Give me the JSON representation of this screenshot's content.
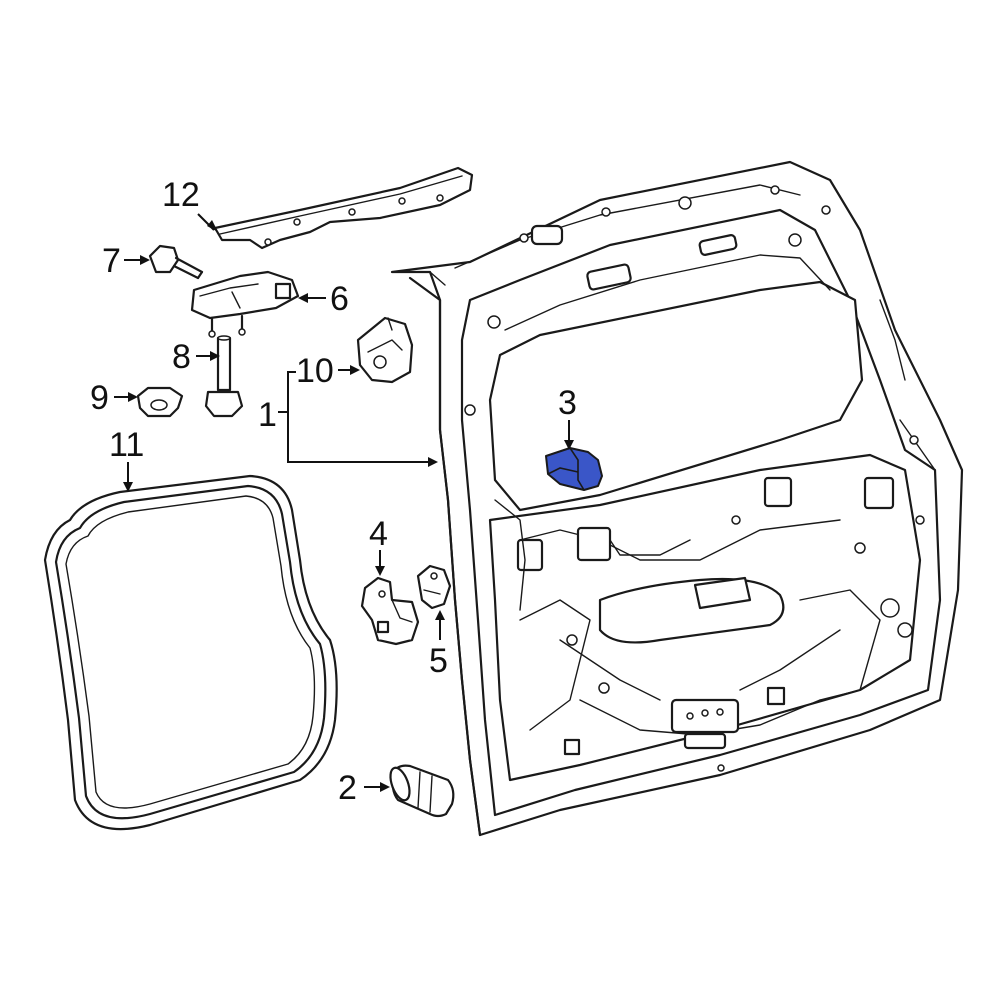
{
  "diagram": {
    "highlight_color": "#3a56c8",
    "callouts": [
      {
        "id": "1",
        "text": "1"
      },
      {
        "id": "2",
        "text": "2"
      },
      {
        "id": "3",
        "text": "3"
      },
      {
        "id": "4",
        "text": "4"
      },
      {
        "id": "5",
        "text": "5"
      },
      {
        "id": "6",
        "text": "6"
      },
      {
        "id": "7",
        "text": "7"
      },
      {
        "id": "8",
        "text": "8"
      },
      {
        "id": "9",
        "text": "9"
      },
      {
        "id": "10",
        "text": "10"
      },
      {
        "id": "11",
        "text": "11"
      },
      {
        "id": "12",
        "text": "12"
      }
    ]
  }
}
